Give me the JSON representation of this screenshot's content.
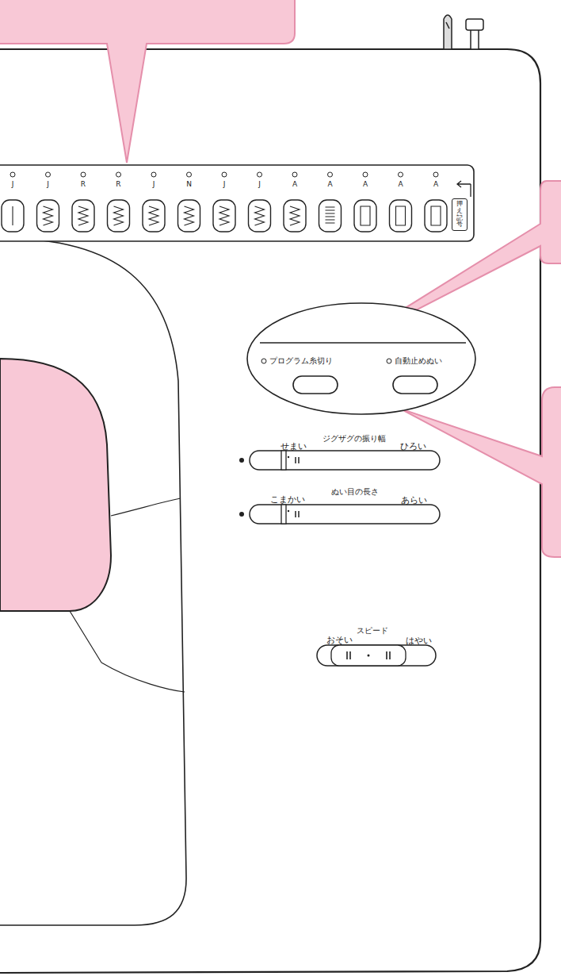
{
  "diagram": {
    "nodes": [
      {
        "text": [
          "押え記号"
        ]
      }
    ],
    "labels": [
      "J",
      "J",
      "R",
      "R",
      "J",
      "N",
      "J",
      "J",
      "A",
      "A",
      "A",
      "A",
      "A",
      "プログラム糸切り",
      "自動止めぬい",
      "せまい",
      "ジグザグの振り幅",
      "ひろい",
      "こまかい",
      "ぬい目の長さ",
      "あらい",
      "おそい",
      "スピード",
      "はやい"
    ]
  }
}
